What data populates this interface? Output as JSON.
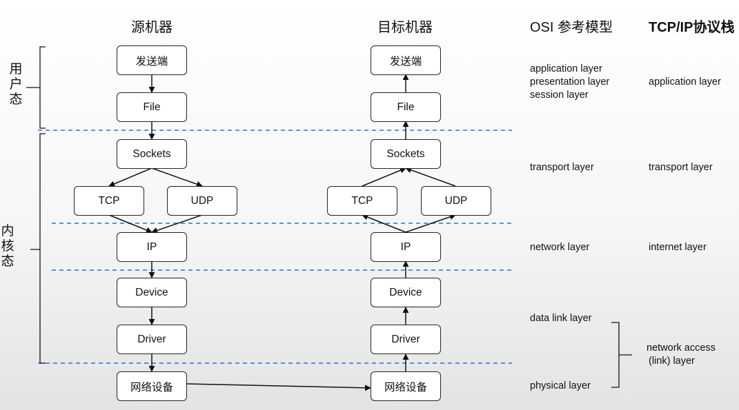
{
  "headers": {
    "source": "源机器",
    "target": "目标机器",
    "osi": "OSI 参考模型",
    "tcpip": "TCP/IP协议栈"
  },
  "side_labels": {
    "user_line1": "用",
    "user_line2": "户",
    "user_line3": "态",
    "kernel_line1": "内",
    "kernel_line2": "核",
    "kernel_line3": "态"
  },
  "source_stack": {
    "sender": "发送端",
    "file": "File",
    "sockets": "Sockets",
    "tcp": "TCP",
    "udp": "UDP",
    "ip": "IP",
    "device": "Device",
    "driver": "Driver",
    "net_device": "网络设备"
  },
  "target_stack": {
    "sender": "发送端",
    "file": "File",
    "sockets": "Sockets",
    "tcp": "TCP",
    "udp": "UDP",
    "ip": "IP",
    "device": "Device",
    "driver": "Driver",
    "net_device": "网络设备"
  },
  "osi_layers": {
    "application": "application layer",
    "presentation": "presentation layer",
    "session": "session layer",
    "transport": "transport layer",
    "network": "network layer",
    "data_link": "data link layer",
    "physical": "physical layer"
  },
  "tcpip_layers": {
    "application": "application layer",
    "transport": "transport layer",
    "internet": "internet layer",
    "network_access_line1": "network access",
    "network_access_line2": "(link) layer"
  },
  "colors": {
    "divider": "#2f6bd6",
    "stroke": "#111111"
  }
}
